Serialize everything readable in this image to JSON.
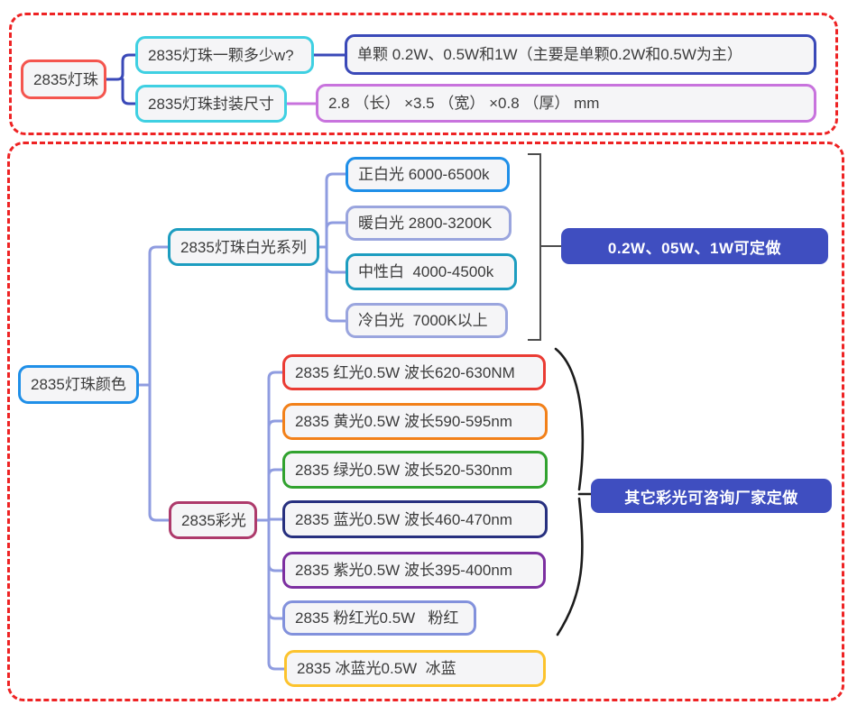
{
  "palette": {
    "section_dashed_border": "#ee2324",
    "node_fill": "#f5f5f7",
    "node_text": "#3b3b3b",
    "connector_top": "#3a49b8",
    "connector_top_size_branch": "#c873dd",
    "connector_bottom": "#8f9ce0",
    "bracket": "#4d4d4d",
    "brace": "#1c1c1c",
    "badge_fill": "#3f4ec0",
    "badge_text": "#ffffff",
    "border_coral": "#f4554e",
    "border_cyan": "#3fd0e2",
    "border_navy": "#3a49b8",
    "border_orchid": "#c873dd",
    "border_blue": "#1f8fe8",
    "border_teal": "#1d9dc0",
    "border_lavender": "#9aa5de",
    "border_magenta": "#ad3a6b",
    "border_red": "#ea3b33",
    "border_orange": "#f28019",
    "border_green": "#31a22f",
    "border_darknavy": "#27307f",
    "border_violet": "#7c2fa0",
    "border_periwinkle": "#8291dc",
    "border_yellow": "#fcc32d"
  },
  "top_map": {
    "root_label": "2835灯珠",
    "branches": [
      {
        "question": "2835灯珠一颗多少w?",
        "answer": "单颗 0.2W、0.5W和1W（主要是单颗0.2W和0.5W为主）"
      },
      {
        "question": "2835灯珠封装尺寸",
        "answer": "2.8 （长） ×3.5 （宽） ×0.8 （厚） mm"
      }
    ]
  },
  "bottom_map": {
    "root_label": "2835灯珠颜色",
    "white_series": {
      "label": "2835灯珠白光系列",
      "items": [
        "正白光 6000-6500k",
        "暖白光 2800-3200K",
        "中性白  4000-4500k",
        "冷白光  7000K以上"
      ],
      "note": "0.2W、05W、1W可定做"
    },
    "color_series": {
      "label": "2835彩光",
      "items": [
        "2835 红光0.5W 波长620-630NM",
        "2835 黄光0.5W 波长590-595nm",
        "2835 绿光0.5W 波长520-530nm",
        "2835 蓝光0.5W 波长460-470nm",
        "2835 紫光0.5W 波长395-400nm",
        "2835 粉红光0.5W   粉红",
        "2835 冰蓝光0.5W  冰蓝"
      ],
      "note": "其它彩光可咨询厂家定做"
    }
  }
}
